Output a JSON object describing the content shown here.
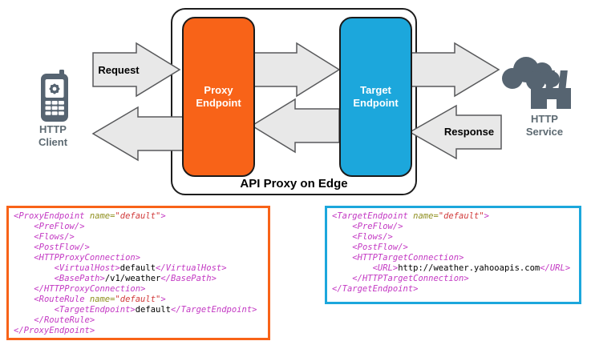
{
  "diagram": {
    "container_label": "API Proxy on Edge",
    "request_label": "Request",
    "response_label": "Response",
    "client_label_1": "HTTP",
    "client_label_2": "Client",
    "service_label_1": "HTTP",
    "service_label_2": "Service",
    "proxy_endpoint_label_1": "Proxy",
    "proxy_endpoint_label_2": "Endpoint",
    "target_endpoint_label_1": "Target",
    "target_endpoint_label_2": "Endpoint"
  },
  "code_panels": {
    "proxy_endpoint_xml": [
      "<ProxyEndpoint name=\"default\">",
      "    <PreFlow/>",
      "    <Flows/>",
      "    <PostFlow/>",
      "    <HTTPProxyConnection>",
      "        <VirtualHost>default</VirtualHost>",
      "        <BasePath>/v1/weather</BasePath>",
      "    </HTTPProxyConnection>",
      "    <RouteRule name=\"default\">",
      "        <TargetEndpoint>default</TargetEndpoint>",
      "    </RouteRule>",
      "</ProxyEndpoint>"
    ],
    "target_endpoint_xml": [
      "<TargetEndpoint name=\"default\">",
      "    <PreFlow/>",
      "    <Flows/>",
      "    <PostFlow/>",
      "    <HTTPTargetConnection>",
      "        <URL>http://weather.yahooapis.com</URL>",
      "    </HTTPTargetConnection>",
      "</TargetEndpoint>"
    ]
  },
  "colors": {
    "proxy_orange": "#F86318",
    "target_blue": "#1CA7DC",
    "icon_gray": "#566471",
    "icon_label_gray": "#5D6A72",
    "arrow_fill": "#E8E8E8",
    "arrow_stroke": "#58595B",
    "xml_tag": "#C338C3",
    "xml_attr_name": "#8F8F1F",
    "xml_attr_value": "#D13A3A",
    "xml_text": "#000000"
  }
}
